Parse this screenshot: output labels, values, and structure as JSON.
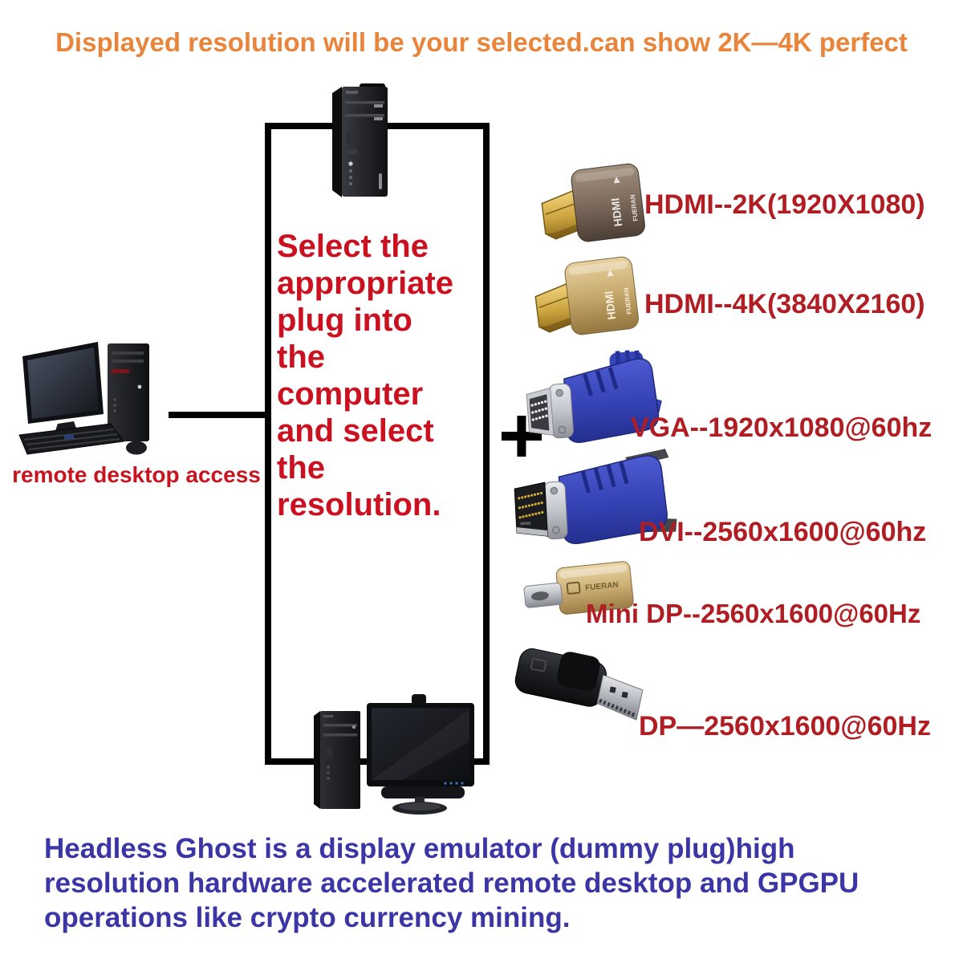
{
  "colors": {
    "banner_orange": "#E8853B",
    "instruction_red": "#CB1020",
    "label_dark_red": "#B01E24",
    "footer_blue": "#3B35A5"
  },
  "banner": {
    "text": "Displayed resolution will be your selected.can show 2K—4K perfect"
  },
  "diagram": {
    "instruction_lines": [
      "Select the",
      "appropriate",
      "plug into",
      "the",
      "computer",
      "and select",
      "the",
      "resolution."
    ],
    "remote_desktop_label": "remote desktop access",
    "plus_sign": "+"
  },
  "adapters": [
    {
      "id": "hdmi-2k",
      "label": "HDMI--2K(1920X1080)",
      "body_text": "HDMI",
      "brand": "FUERAN"
    },
    {
      "id": "hdmi-4k",
      "label": "HDMI--4K(3840X2160)",
      "body_text": "HDMI",
      "brand": "FUERAN"
    },
    {
      "id": "vga",
      "label": "VGA--1920x1080@60hz"
    },
    {
      "id": "dvi",
      "label": "DVI--2560x1600@60hz"
    },
    {
      "id": "mini-dp",
      "label": "Mini DP--2560x1600@60Hz",
      "brand": "FUERAN"
    },
    {
      "id": "dp",
      "label": "DP—2560x1600@60Hz"
    }
  ],
  "footer": {
    "lines": [
      "Headless Ghost is a display emulator (dummy plug)high",
      "resolution hardware accelerated remote desktop and GPGPU",
      "operations like crypto currency mining."
    ]
  }
}
